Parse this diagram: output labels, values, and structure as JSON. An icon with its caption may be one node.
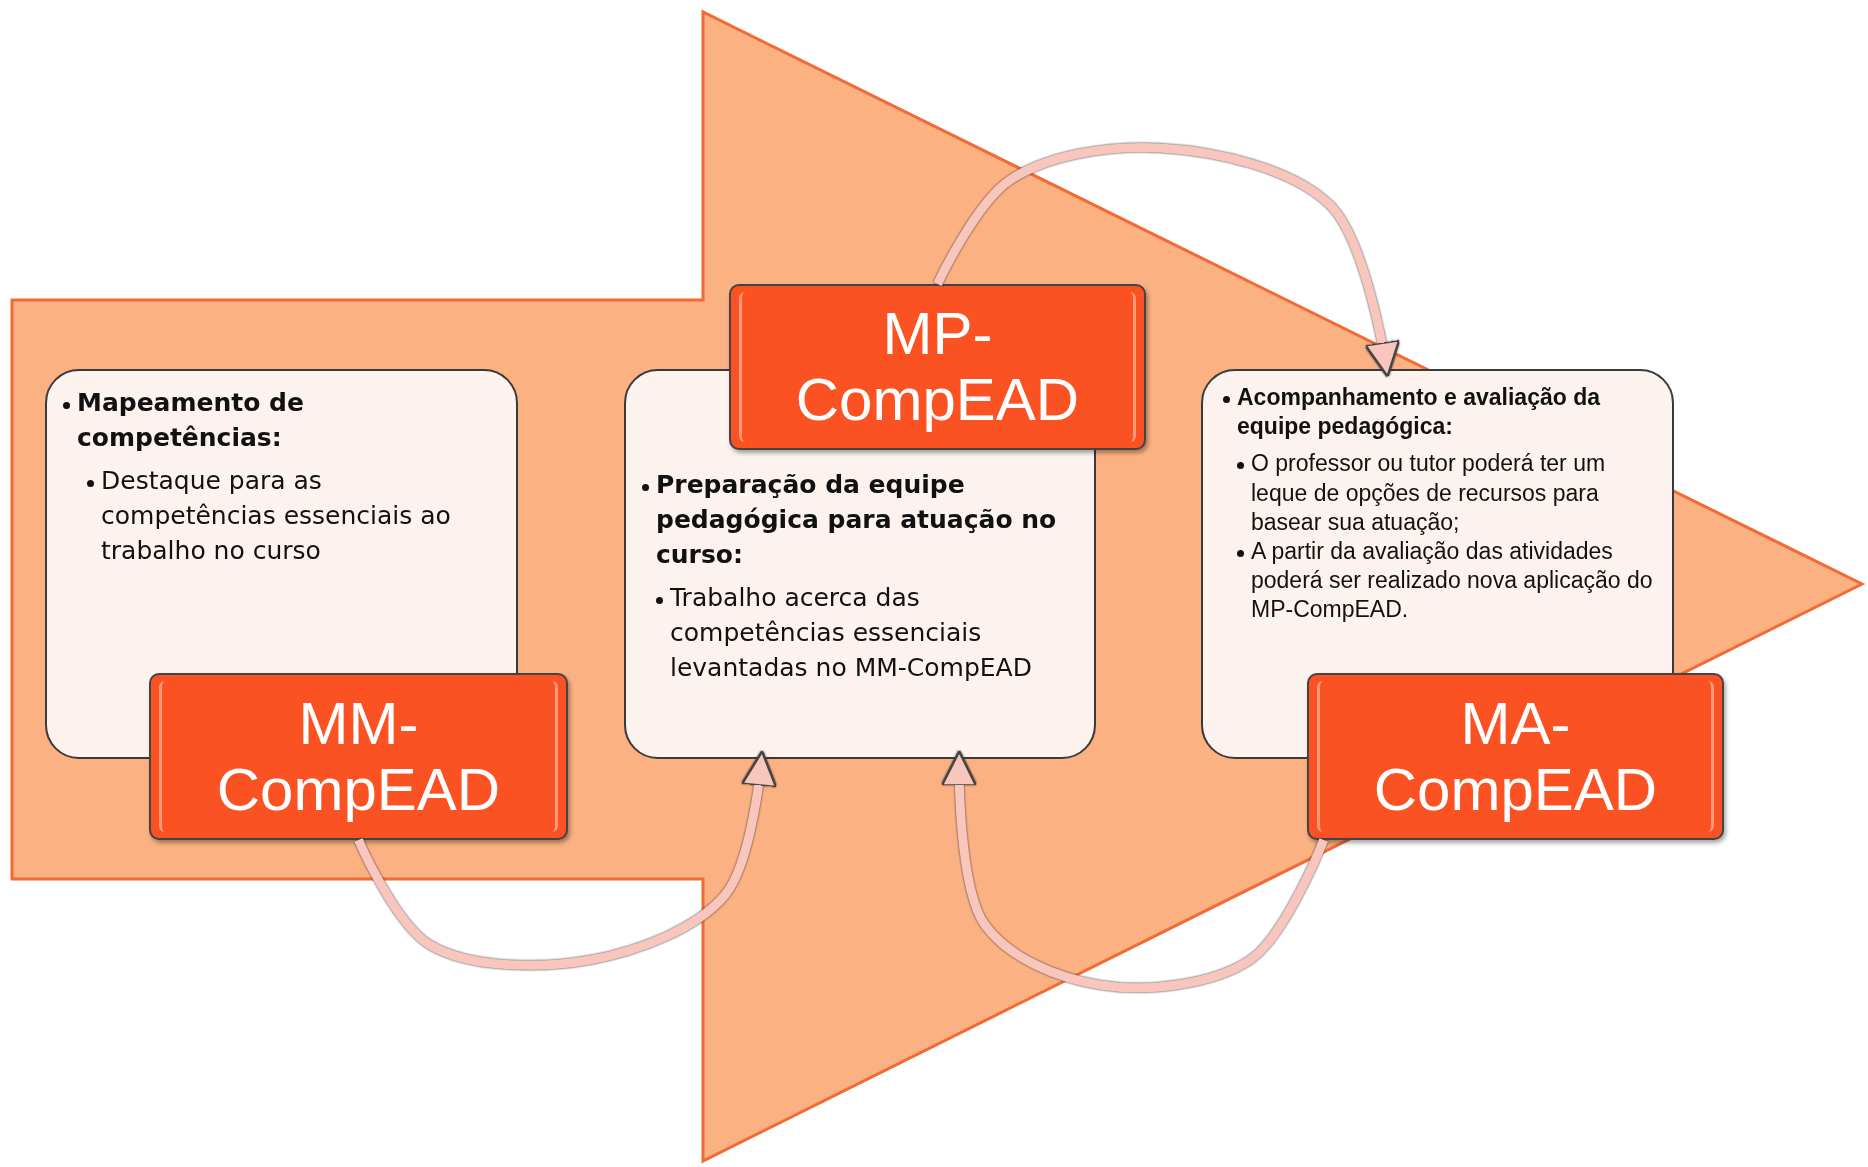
{
  "diagram": {
    "nodes": [
      {
        "text": [
          "Mapeamento de competências:",
          "Destaque para as competências essenciais ao trabalho no curso"
        ]
      },
      {
        "text": [
          "MM-CompEAD"
        ]
      },
      {
        "text": [
          "Preparação da equipe pedagógica para atuação no curso:",
          "Trabalho acerca das competências essenciais levantadas no MM-CompEAD"
        ]
      },
      {
        "text": [
          "MP-CompEAD"
        ]
      },
      {
        "text": [
          "Acompanhamento e avaliação da equipe pedagógica:",
          "O professor ou tutor poderá ter um leque de opções de recursos para basear sua atuação;",
          "A partir da avaliação das atividades poderá ser realizado nova aplicação do MP-CompEAD."
        ]
      },
      {
        "text": [
          "MA-CompEAD"
        ]
      }
    ],
    "edges": [
      {
        "from": 1,
        "to": 2,
        "arrow": "to"
      },
      {
        "from": 3,
        "to": 4,
        "arrow": "to"
      },
      {
        "from": 5,
        "to": 2,
        "arrow": "to"
      }
    ]
  }
}
